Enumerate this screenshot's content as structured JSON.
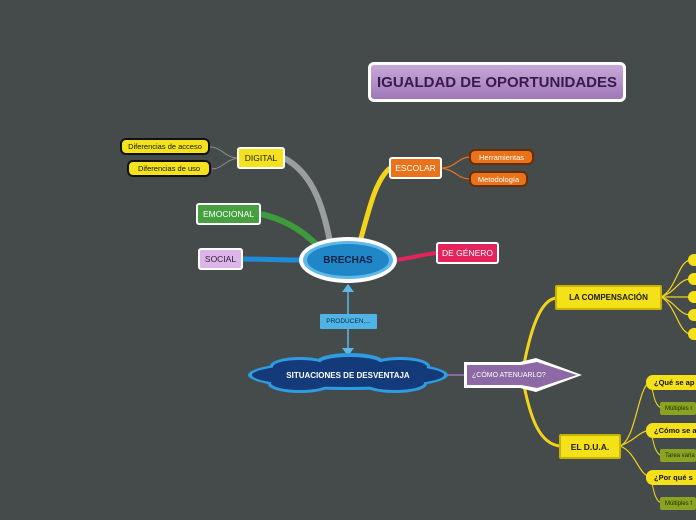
{
  "title": "IGUALDAD DE OPORTUNIDADES",
  "center": "BRECHAS",
  "branches": {
    "digital": {
      "label": "DIGITAL",
      "children": [
        "Diferencias de acceso",
        "Diferencias de uso"
      ]
    },
    "emocional": {
      "label": "EMOCIONAL"
    },
    "social": {
      "label": "SOCIAL"
    },
    "escolar": {
      "label": "ESCOLAR",
      "children": [
        "Herramientas",
        "Metodología"
      ]
    },
    "genero": {
      "label": "DE GÉNERO"
    }
  },
  "connector": "PRODUCEN,...",
  "situaciones": "SITUACIONES DE DESVENTAJA",
  "como": "¿CÓMO ATENUARLO?",
  "compensacion": "LA COMPENSACIÓN",
  "dua": {
    "label": "EL D.U.A.",
    "questions": [
      {
        "q": "¿Qué se ap",
        "a": "Múltiples r"
      },
      {
        "q": "¿Cómo se a",
        "a": "Tarea varia"
      },
      {
        "q": "¿Por qué s",
        "a": "Múltiples f"
      }
    ]
  },
  "colors": {
    "background": "#454b4b",
    "center_fill": "#1f86c8",
    "yellow": "#f5e11a",
    "orange": "#e8731a",
    "green": "#46a040",
    "pink": "#e3245c",
    "lilac": "#dcb6ea",
    "navy": "#143a7a",
    "purple": "#8d6aa6"
  }
}
